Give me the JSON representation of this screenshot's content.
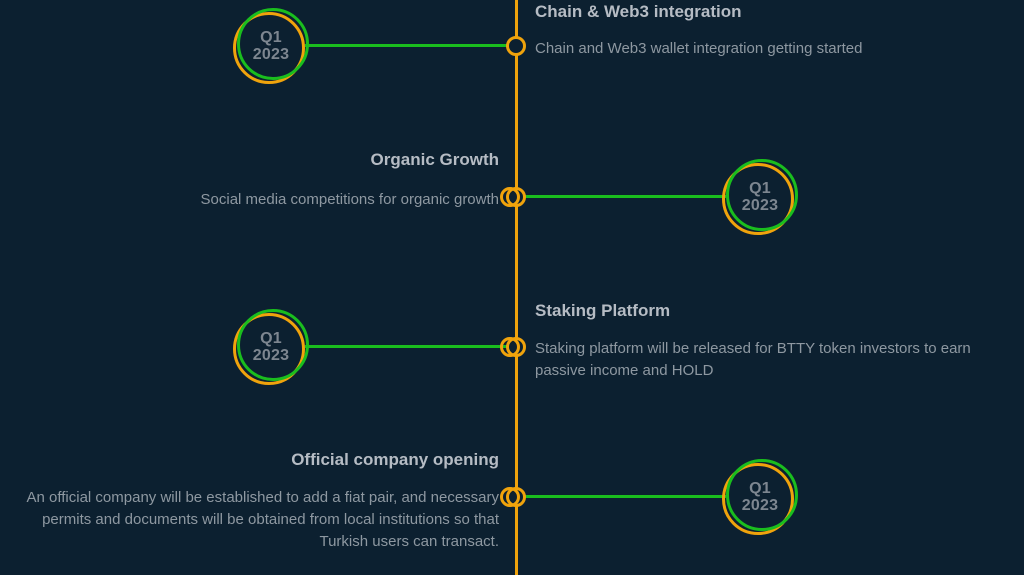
{
  "page": {
    "type": "roadmap-timeline"
  },
  "theme": {
    "background": "#0c2030",
    "axis_color": "#f0a30c",
    "connector_color": "#1abe1e",
    "title_color": "#b6bcc4",
    "description_color": "#8e98a1",
    "badge_text_color": "#7d8690",
    "badge_ring_green": "#1abe1e",
    "badge_ring_orange": "#f0a30c",
    "node_color": "#f0a30c"
  },
  "timeline": {
    "items": [
      {
        "quarter": "Q1",
        "year": "2023",
        "title": "Chain & Web3 integration",
        "description": "Chain and Web3 wallet integration getting started",
        "badge_side": "left",
        "text_side": "right"
      },
      {
        "quarter": "Q1",
        "year": "2023",
        "title": "Organic Growth",
        "description": "Social media competitions for organic growth",
        "badge_side": "right",
        "text_side": "left"
      },
      {
        "quarter": "Q1",
        "year": "2023",
        "title": "Staking Platform",
        "description": "Staking platform will be released for BTTY token investors to earn passive income and HOLD",
        "badge_side": "left",
        "text_side": "right"
      },
      {
        "quarter": "Q1",
        "year": "2023",
        "title": "Official company opening",
        "description": "An official company will be established to add a fiat pair, and necessary permits and documents will be obtained from local institutions so that Turkish users can transact.",
        "badge_side": "right",
        "text_side": "left"
      }
    ]
  }
}
